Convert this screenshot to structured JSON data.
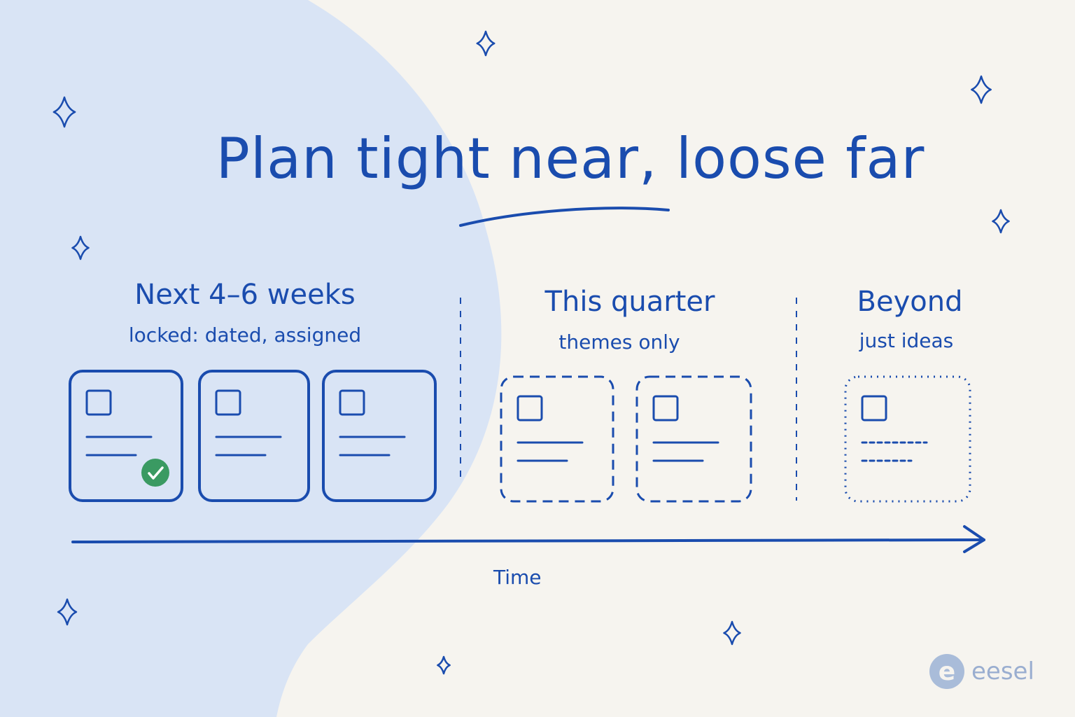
{
  "title": "Plan tight near, loose far",
  "columns": [
    {
      "title": "Next 4–6 weeks",
      "subtitle": "locked: dated, assigned",
      "cards": 3,
      "style": "solid",
      "done_cards": 1
    },
    {
      "title": "This quarter",
      "subtitle": "themes only",
      "cards": 2,
      "style": "dashed",
      "done_cards": 0
    },
    {
      "title": "Beyond",
      "subtitle": "just ideas",
      "cards": 1,
      "style": "dotted",
      "done_cards": 0
    }
  ],
  "axis_label": "Time",
  "logo": {
    "text": "eesel",
    "mark": "e"
  },
  "colors": {
    "ink": "#1a4cae",
    "background": "#f6f4ef",
    "blob": "#d9e4f5",
    "check": "#3a9a62",
    "logo": "#a9bcd9"
  },
  "icons": [
    "sparkle-icon",
    "check-icon",
    "arrow-icon"
  ]
}
